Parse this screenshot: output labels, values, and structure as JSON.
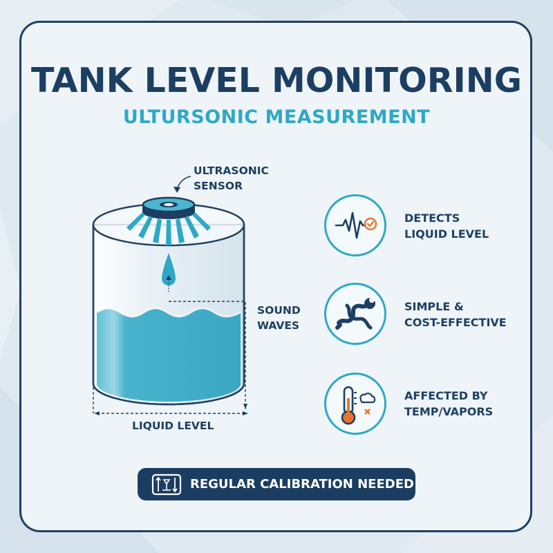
{
  "title": "TANK LEVEL MONITORING",
  "subtitle": "ULTURSONIC MEASUREMENT",
  "diagram": {
    "sensor_label": [
      "ULTRASONIC",
      "SENSOR"
    ],
    "waves_label": [
      "SOUND",
      "WAVES"
    ],
    "level_label": "LIQUID LEVEL"
  },
  "features": [
    {
      "icon": "waveform-check-icon",
      "lines": [
        "DETECTS",
        "LIQUID LEVEL"
      ]
    },
    {
      "icon": "wrench-icon",
      "lines": [
        "SIMPLE &",
        "COST-EFFECTIVE"
      ]
    },
    {
      "icon": "thermometer-vapor-icon",
      "lines": [
        "AFFECTED BY",
        "TEMP/VAPORS"
      ]
    }
  ],
  "banner": {
    "text": "REGULAR CALIBRATION NEEDED",
    "icon": "calibration-icon"
  },
  "colors": {
    "navy": "#1d3f63",
    "accent": "#2ea8c6",
    "liquid": "#4bb4ce",
    "warning": "#e8742f"
  }
}
